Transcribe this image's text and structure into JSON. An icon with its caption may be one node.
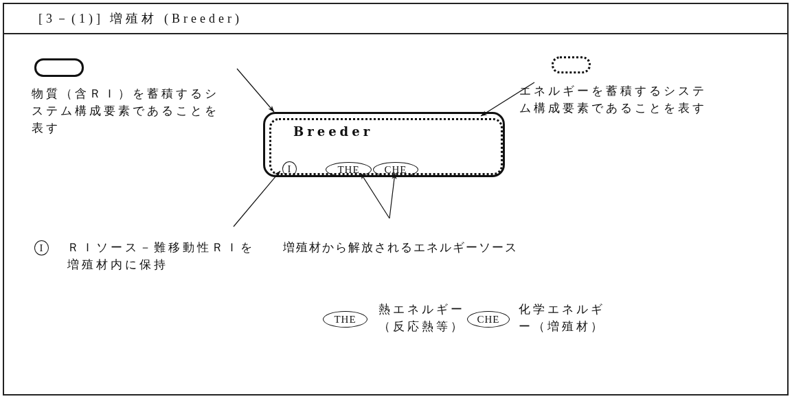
{
  "diagram": {
    "title": "[3－(1)] 増殖材 (Breeder)",
    "nodes": [
      {
        "text": [],
        "shape": "box"
      },
      {
        "text": [
          "物質（含ＲＩ）を蓄積するシステム構成要素であることを表す"
        ]
      },
      {
        "text": [],
        "shape": "box"
      },
      {
        "text": [
          "エネルギーを蓄積するシステム構成要素であることを表す"
        ]
      },
      {
        "text": [],
        "shape": "box"
      },
      {
        "text": [
          "Breeder"
        ],
        "in": 4
      },
      {
        "text": [
          "I"
        ],
        "in": 5
      },
      {
        "text": [
          "THE"
        ],
        "in": 5
      },
      {
        "text": [
          "CHE"
        ],
        "in": 5
      },
      {
        "text": [
          "I"
        ],
        "beside": [
          "ＲＩソース－難移動性ＲＩを増殖材内に保持"
        ]
      },
      {
        "text": [
          "増殖材から解放されるエネルギーソース"
        ]
      },
      {
        "text": [
          "THE"
        ],
        "beside": [
          "熱エネルギー（反応熱等）"
        ]
      },
      {
        "text": [
          "CHE"
        ],
        "beside": [
          "化学エネルギー（増殖材）"
        ]
      }
    ],
    "edges": [
      {
        "from": 1,
        "to": 4,
        "arrow": "to"
      },
      {
        "from": 3,
        "to": 5,
        "arrow": "to"
      },
      {
        "from": 9,
        "to": 6,
        "arrow": "to"
      },
      {
        "from": 10,
        "to": 7,
        "arrow": "to"
      },
      {
        "from": 10,
        "to": 8,
        "arrow": "to"
      }
    ]
  }
}
